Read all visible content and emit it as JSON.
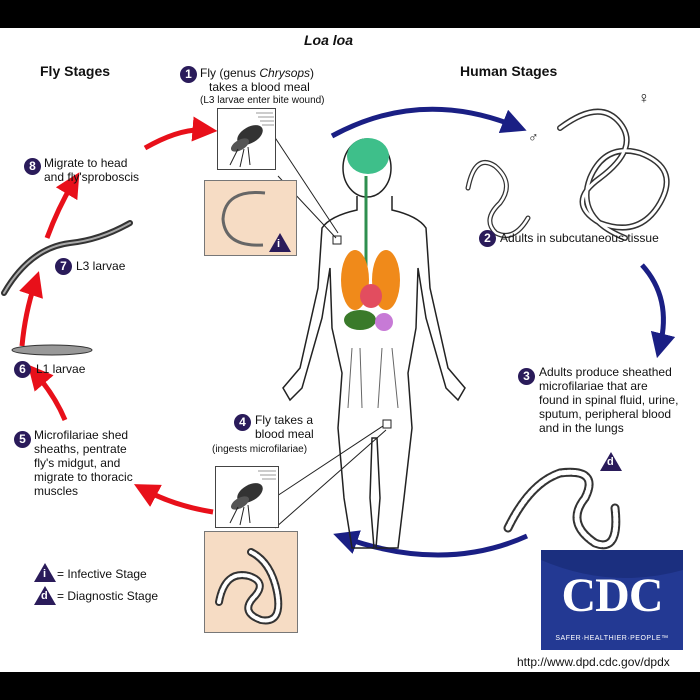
{
  "title": "Loa loa",
  "headers": {
    "fly": "Fly Stages",
    "human": "Human Stages"
  },
  "steps": {
    "s1": {
      "num": "1",
      "line1_pre": "Fly (genus ",
      "line1_genus": "Chrysops",
      "line1_post": ")",
      "line2": "takes a blood meal",
      "note": "(L3 larvae enter bite wound)"
    },
    "s2": {
      "num": "2",
      "text": "Adults in subcutaneous tissue"
    },
    "s3": {
      "num": "3",
      "lines": [
        "Adults produce sheathed",
        "microfilariae that are",
        "found in spinal fluid, urine,",
        "sputum, peripheral blood",
        "and in the lungs"
      ]
    },
    "s4": {
      "num": "4",
      "lines": [
        "Fly takes a",
        "blood meal"
      ],
      "note": "(ingests microfilariae)"
    },
    "s5": {
      "num": "5",
      "lines": [
        "Microfilariae shed",
        "sheaths, pentrate",
        "fly's midgut, and",
        "migrate to thoracic",
        "muscles"
      ]
    },
    "s6": {
      "num": "6",
      "text": "L1 larvae"
    },
    "s7": {
      "num": "7",
      "text": "L3 larvae"
    },
    "s8": {
      "num": "8",
      "lines": [
        "Migrate to head",
        "and fly'sproboscis"
      ]
    }
  },
  "legend": {
    "infective": {
      "letter": "i",
      "text": "= Infective Stage"
    },
    "diagnostic": {
      "letter": "d",
      "text": "= Diagnostic Stage"
    }
  },
  "markers": {
    "male": "♂",
    "female": "♀",
    "infective_letter": "i",
    "diagnostic_letter": "d"
  },
  "logo": {
    "text": "CDC",
    "tagline": "SAFER·HEALTHIER·PEOPLE™"
  },
  "url": "http://www.dpd.cdc.gov/dpdx",
  "colors": {
    "red_arrow": "#e8101a",
    "blue_arrow": "#1a1f84",
    "badge": "#2a1b5a",
    "cdc_blue": "#1b2f7f",
    "peach": "#f6dcc4"
  }
}
